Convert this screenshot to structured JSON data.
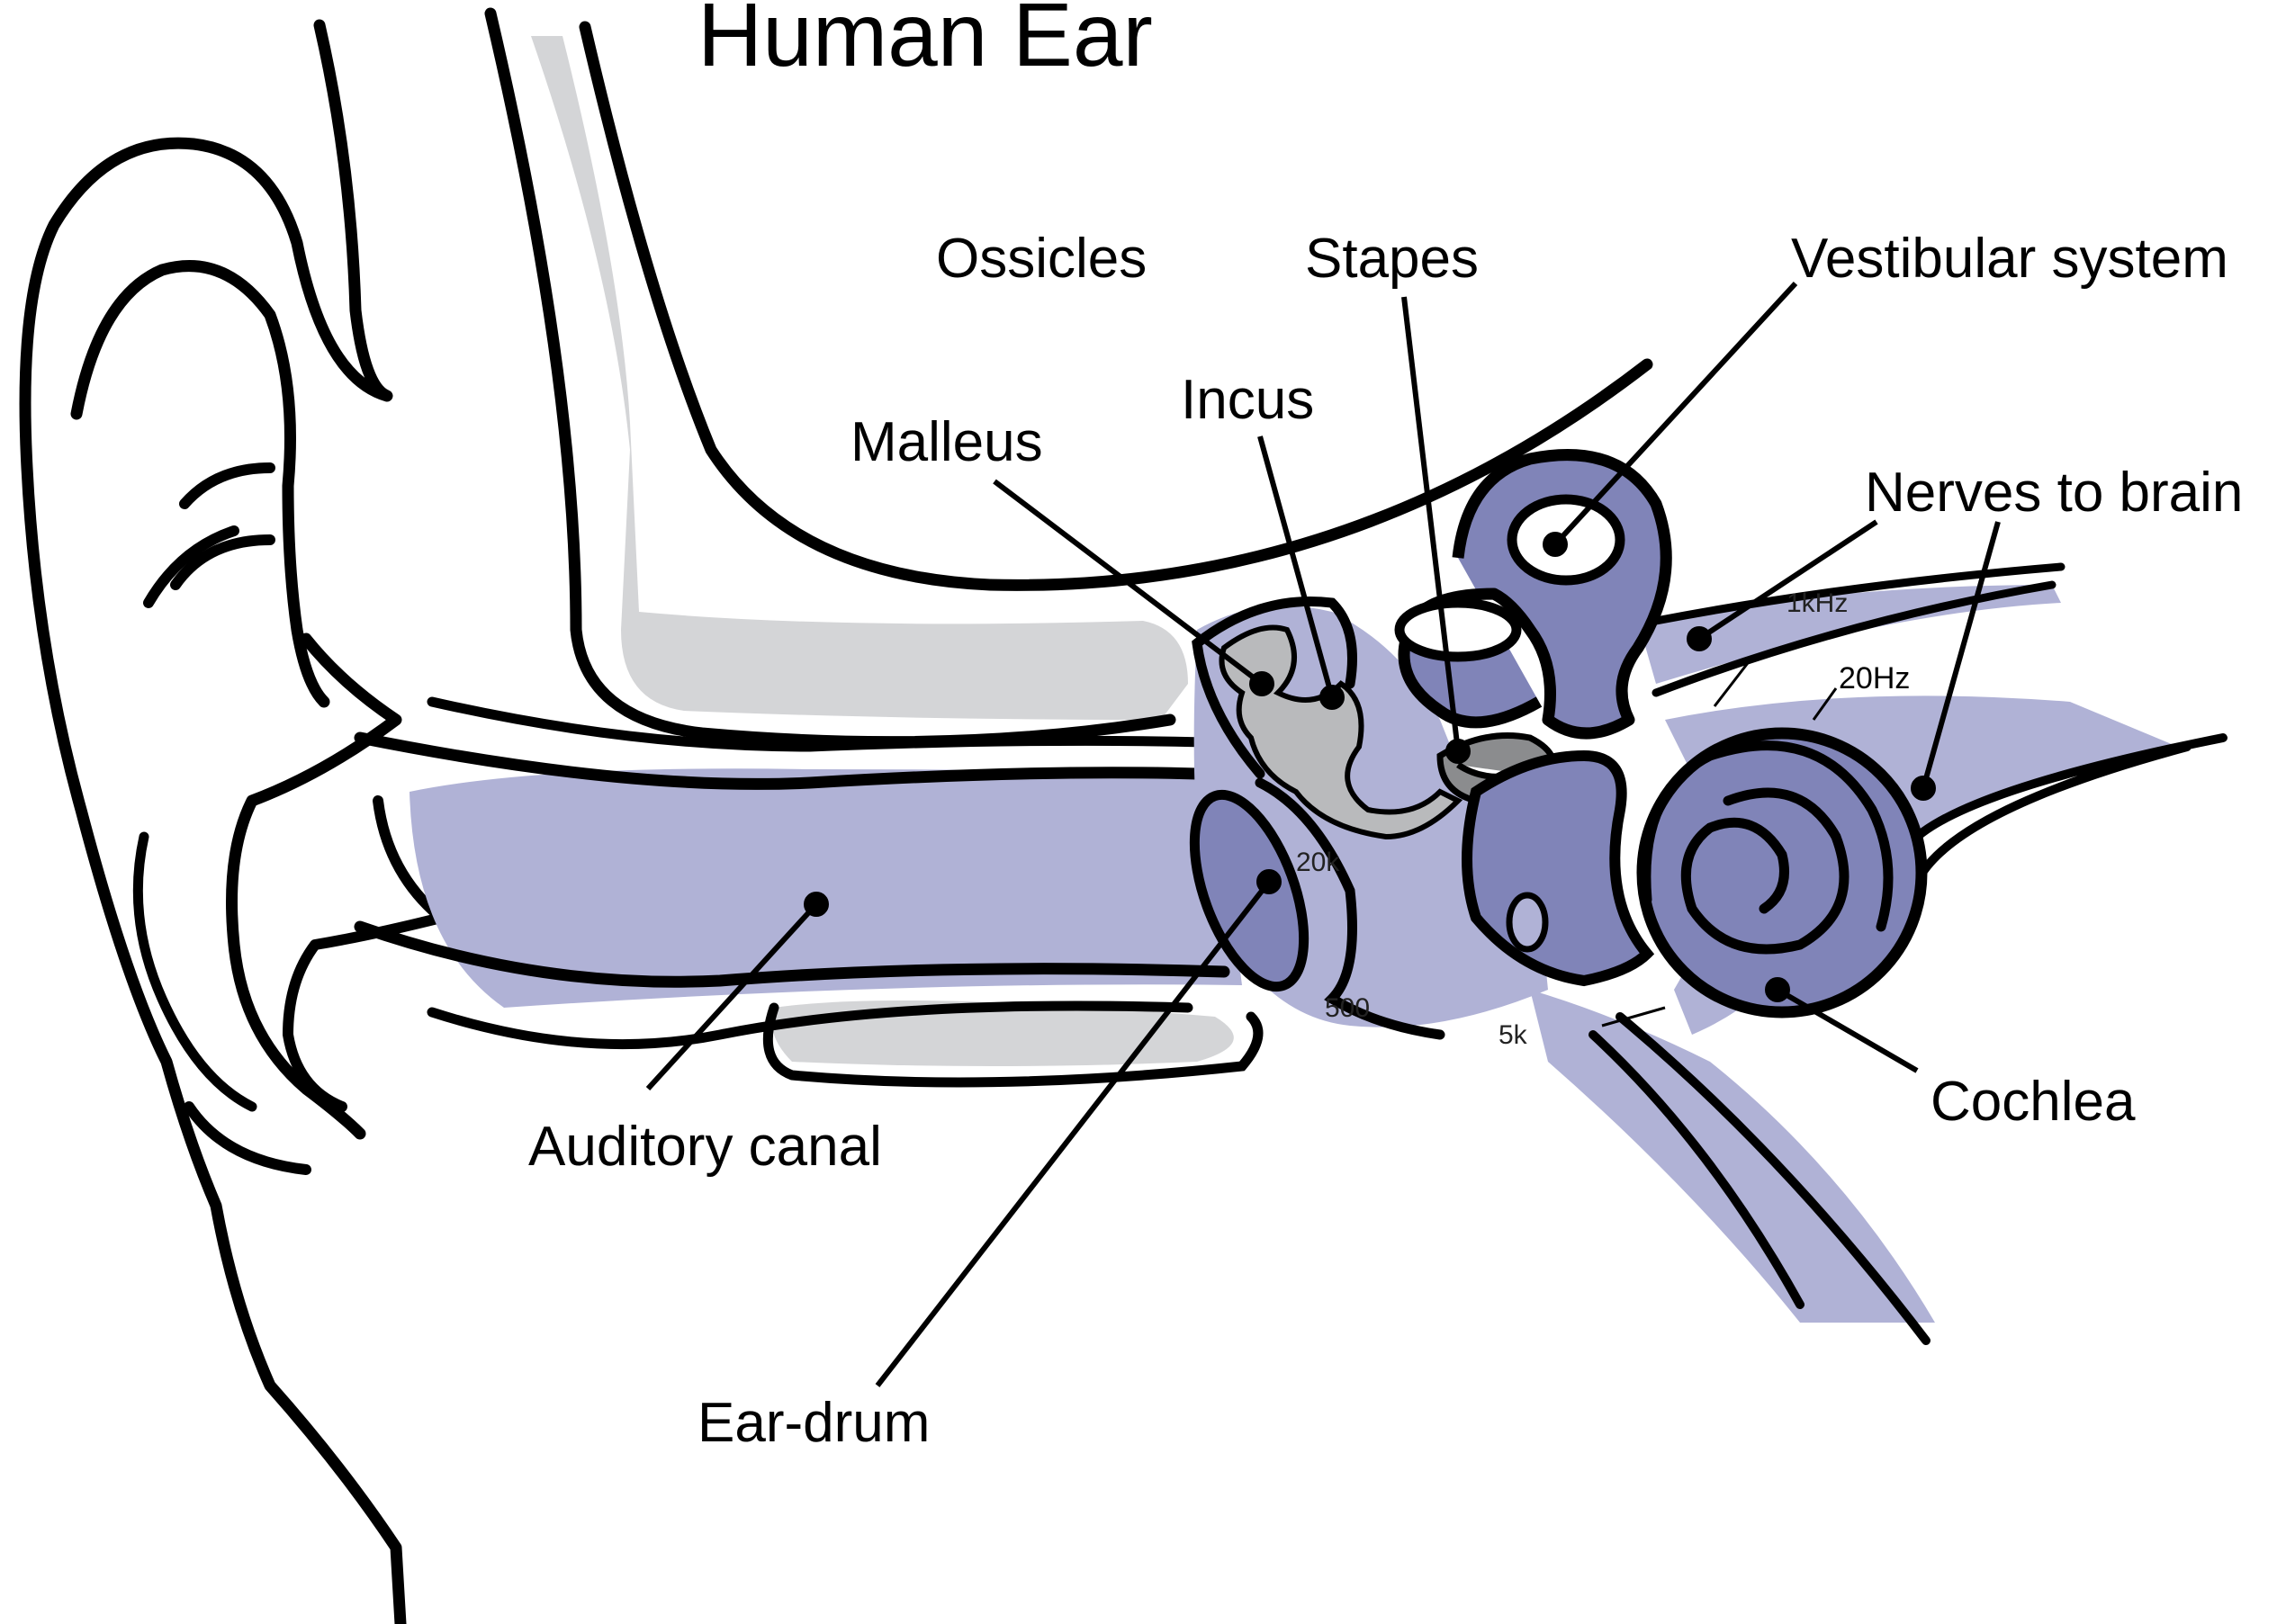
{
  "title": "Human Ear",
  "labels": {
    "ossicles": "Ossicles",
    "stapes": "Stapes",
    "vestibular": "Vestibular system",
    "malleus": "Malleus",
    "incus": "Incus",
    "nerves": "Nerves to brain",
    "auditory_canal": "Auditory canal",
    "cochlea": "Cochlea",
    "ear_drum": "Ear-drum"
  },
  "frequency_marks": {
    "f1": "20Hz",
    "f2": "1kHz",
    "f3": "20k",
    "f4": "500",
    "f5": "5k"
  },
  "colors": {
    "lavender": "#B0B2D6",
    "violet": "#8084B8",
    "bone_gray": "#D4D5D7",
    "ossicle_gray": "#B9BABC",
    "stapes_gray": "#8B8C8E",
    "outline": "#000000"
  }
}
